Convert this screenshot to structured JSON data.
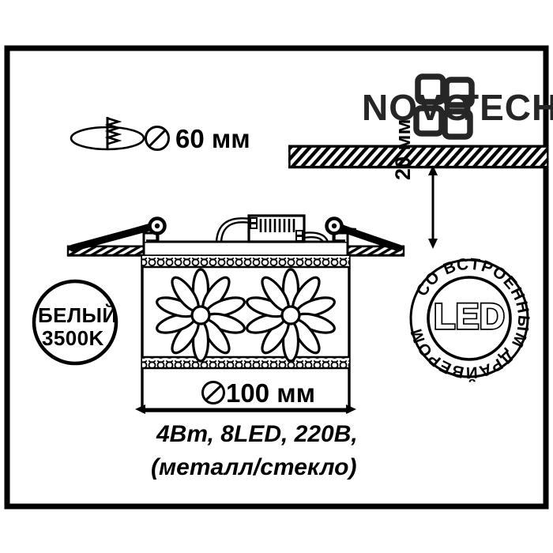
{
  "page": {
    "kind": "product-technical-drawing",
    "background_color": "#ffffff",
    "ink_color": "#000000",
    "border": {
      "visible": true,
      "color": "#000000"
    }
  },
  "brand": {
    "logo_text_left": "NOVO",
    "logo_text_right": "TECH",
    "logo_mark": "pinwheel-squares-icon"
  },
  "cutout": {
    "icon": "hole-saw-drill-icon",
    "diameter_symbol": "⌀",
    "value": "60 мм"
  },
  "dimensions": {
    "depth": {
      "symbol": "",
      "value": "20 мм",
      "orientation": "vertical"
    },
    "width": {
      "symbol": "⌀",
      "value": "100 мм",
      "orientation": "horizontal"
    }
  },
  "badges": {
    "color_temp": {
      "line1": "БЕЛЫЙ",
      "line2": "3500K"
    },
    "led_driver": {
      "center": "LED",
      "ring_text": "СО ВСТРОЕННЫМ ДРАЙВЕРОМ"
    }
  },
  "specs": {
    "line1": "4Вт, 8LED, 220В,",
    "line2": "(металл/стекло)"
  },
  "fixture": {
    "parts": [
      "ceiling-slab-hatched",
      "mounting-flange-left",
      "mounting-flange-right",
      "spring-clip-left",
      "spring-clip-right",
      "led-driver-box",
      "wire-left",
      "wire-right",
      "glass-body",
      "bead-trim-top",
      "bead-trim-bottom",
      "flower-motif-left",
      "flower-motif-right"
    ],
    "flower_petals": 10
  }
}
